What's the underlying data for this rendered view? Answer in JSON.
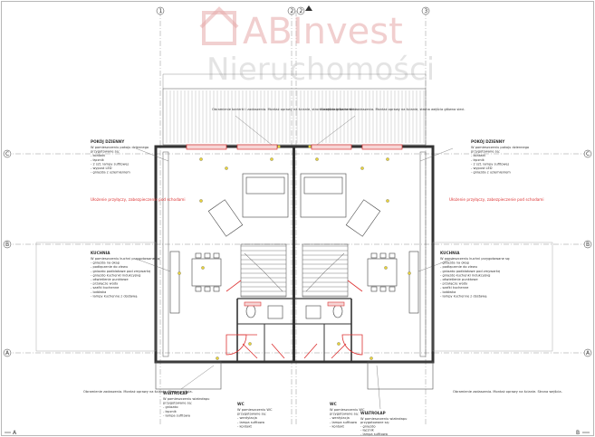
{
  "watermark": {
    "line1": "ABInvest",
    "line2": "Nieruchomości"
  },
  "axes": {
    "col_1": "1",
    "col_2a": "2",
    "col_2b": "2",
    "col_3": "3",
    "row_a": "A",
    "row_b": "B",
    "row_c": "C",
    "section_a": "A",
    "section_b": "B"
  },
  "notes": {
    "left_top": "Obramienie barierki i zadaszenia. Montaż oprawy na ścianie, strona wejścia główna sieci.",
    "right_top": "Obramienie barierki i zadaszenia. Montaż oprawy na ścianie, strona wejścia główna sieci.",
    "pokoj_left_title": "POKÓJ DZIENNY",
    "pokoj_left_lines": [
      "W pomieszczeniu pokoju dziennego",
      "przygotowane są:",
      "- kontakt",
      "- łącznik",
      "- 2 szt. lampy sufitowej",
      "- wypust LED",
      "- gniazda z uziemieniem"
    ],
    "pokoj_right_title": "POKÓJ DZIENNY",
    "pokoj_right_lines": [
      "W pomieszczeniu pokoju dziennego",
      "przygotowane są:",
      "- kontakt",
      "- łącznik",
      "- 2 szt. lampy sufitowej",
      "- wypust LED",
      "- gniazda z uziemieniem"
    ],
    "red_left": "Ułożenie przyłączy, zabezpieczenie pod schodami",
    "red_right": "Ułożenie przyłączy, zabezpieczenie pod schodami",
    "kuchnia_left_title": "KUCHNIA",
    "kuchnia_left_lines": [
      "W pomieszczeniu kuchni przygotowane są:",
      "- gniazda na okap",
      "- podłączenie do zlewu",
      "- gniazdo podblatowe pod zmywarkę",
      "- gniazdo kuchenki indukcyjnej",
      "- oświetlenie punktowe",
      "- przyłącze wody",
      "- szafki kuchenne",
      "- lodówka",
      "- lampy kuchenne z dostawą"
    ],
    "kuchnia_right_title": "KUCHNIA",
    "kuchnia_right_lines": [
      "W pomieszczeniu kuchni przygotowane są:",
      "- gniazda na okap",
      "- podłączenie do zlewu",
      "- gniazdo podblatowe pod zmywarkę",
      "- gniazdo kuchenki indukcyjnej",
      "- oświetlenie punktowe",
      "- przyłącze wody",
      "- szafki kuchenne",
      "- lodówka",
      "- lampy kuchenne z dostawą"
    ],
    "bottom_left_a": "Obramienie zadaszenia. Montaż oprawy na ścianie. Strona wejścia.",
    "bottom_right_a": "Obramienie zadaszenia. Montaż oprawy na ścianie. Strona wejścia.",
    "wiatrolap_left_title": "WIATROŁAP",
    "wiatrolap_left_lines": [
      "W pomieszczeniu wiatrołapu",
      "przygotowane są:",
      "- gniazdo",
      "- łącznik",
      "- lampa sufitowa"
    ],
    "wc_left_title": "WC",
    "wc_left_lines": [
      "W pomieszczeniu WC",
      "przygotowane są:",
      "- wentylacja",
      "- lampa sufitowa",
      "- kontakt"
    ],
    "wc_right_title": "WC",
    "wc_right_lines": [
      "W pomieszczeniu WC",
      "przygotowane są:",
      "- wentylacja",
      "- lampa sufitowa",
      "- kontakt"
    ],
    "wiatrolap_right_title": "WIATROŁAP",
    "wiatrolap_right_lines": [
      "W pomieszczeniu wiatrołapu",
      "przygotowane są:",
      "- gniazdo",
      "- łącznik",
      "- lampa sufitowa"
    ]
  },
  "colors": {
    "wall": "#333333",
    "accent": "#dd3333",
    "watermark_red": "#e6a9a9",
    "watermark_grey": "#cfcfcf"
  }
}
